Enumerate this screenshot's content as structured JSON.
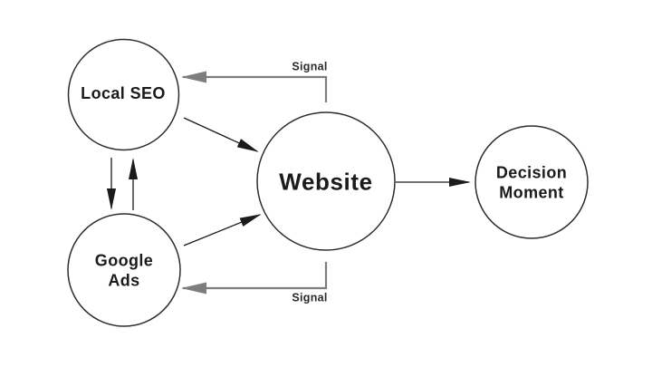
{
  "diagram": {
    "nodes": {
      "local_seo": {
        "label": "Local SEO"
      },
      "google_ads": {
        "line1": "Google",
        "line2": "Ads"
      },
      "website": {
        "label": "Website"
      },
      "decision_moment": {
        "line1": "Decision",
        "line2": "Moment"
      }
    },
    "edge_labels": {
      "signal_top": "Signal",
      "signal_bottom": "Signal"
    },
    "edges": [
      {
        "from": "local_seo",
        "to": "website",
        "style": "solid-black"
      },
      {
        "from": "google_ads",
        "to": "website",
        "style": "solid-black"
      },
      {
        "from": "local_seo",
        "to": "google_ads",
        "style": "solid-black"
      },
      {
        "from": "google_ads",
        "to": "local_seo",
        "style": "solid-black"
      },
      {
        "from": "website",
        "to": "decision_moment",
        "style": "solid-black"
      },
      {
        "from": "website",
        "to": "local_seo",
        "style": "signal-gray",
        "label": "Signal"
      },
      {
        "from": "website",
        "to": "google_ads",
        "style": "signal-gray",
        "label": "Signal"
      }
    ],
    "colors": {
      "background": "#ffffff",
      "node_stroke": "#2e2e2e",
      "arrow": "#1c1c1c",
      "signal": "#7d7d7d",
      "text": "#1b1b1b"
    }
  }
}
